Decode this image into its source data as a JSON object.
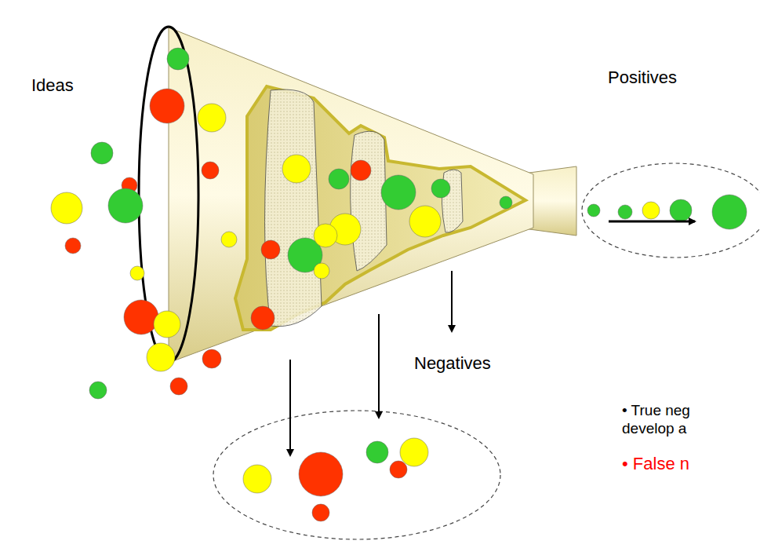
{
  "diagram": {
    "labels": [
      "Ideas",
      "Positives",
      "Negatives",
      "• True neg develop a",
      "• False n"
    ]
  }
}
